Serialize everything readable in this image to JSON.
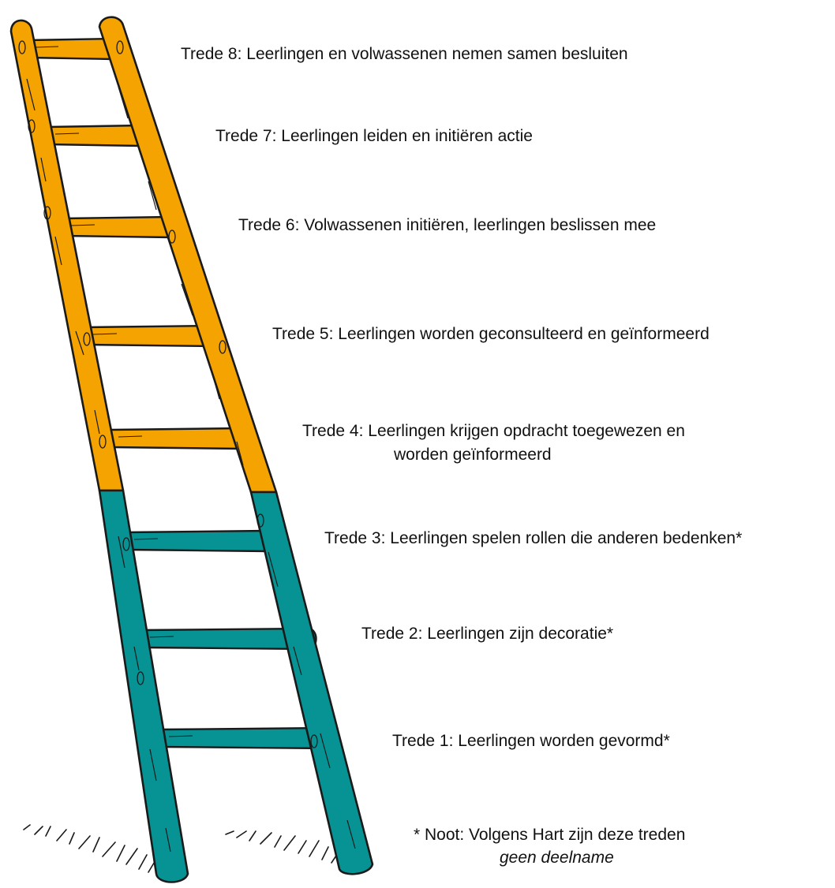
{
  "colors": {
    "upper_ladder": "#F5A300",
    "lower_ladder": "#079393",
    "outline": "#1a1a1a"
  },
  "rungs": [
    {
      "step": 1,
      "label": "Trede 1: Leerlingen worden gevormd*"
    },
    {
      "step": 2,
      "label": "Trede 2: Leerlingen zijn decoratie*"
    },
    {
      "step": 3,
      "label": "Trede 3: Leerlingen spelen rollen die anderen bedenken*"
    },
    {
      "step": 4,
      "label": "Trede 4: Leerlingen krijgen opdracht toegewezen en",
      "label_line2": "worden geïnformeerd"
    },
    {
      "step": 5,
      "label": "Trede 5: Leerlingen worden geconsulteerd en geïnformeerd"
    },
    {
      "step": 6,
      "label": "Trede 6: Volwassenen initiëren, leerlingen beslissen mee"
    },
    {
      "step": 7,
      "label": "Trede 7: Leerlingen leiden en initiëren actie"
    },
    {
      "step": 8,
      "label": "Trede 8: Leerlingen en volwassenen nemen samen besluiten"
    }
  ],
  "note": {
    "line1": "* Noot: Volgens Hart zijn deze treden",
    "line2": "geen deelname"
  }
}
